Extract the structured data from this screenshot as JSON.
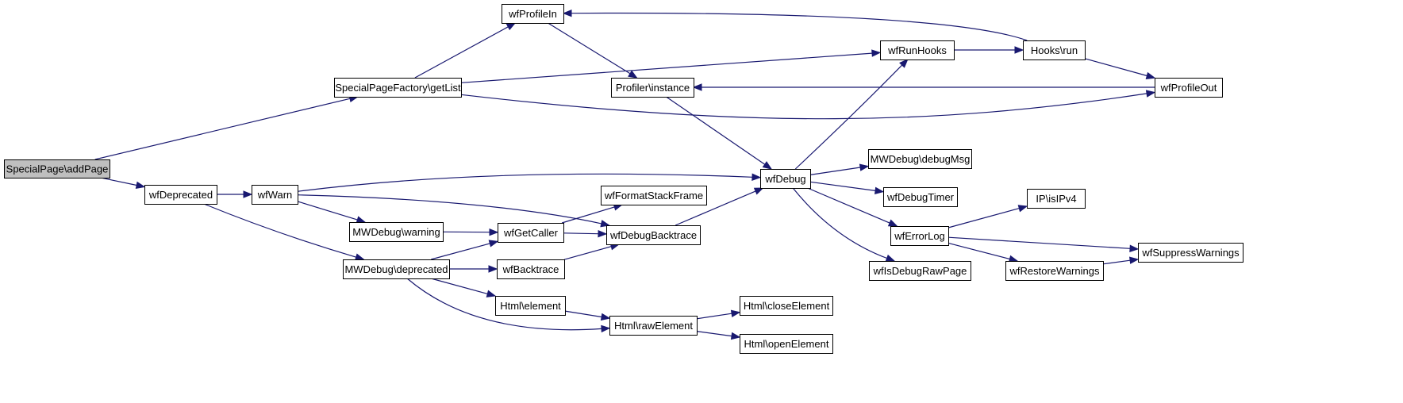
{
  "colors": {
    "node_fill": "#ffffff",
    "root_fill": "#bfbfbf",
    "node_stroke": "#000000",
    "edge": "#191970"
  },
  "root": "SpecialPage\\addPage",
  "nodes": [
    {
      "id": "addPage",
      "label": "SpecialPage\\addPage"
    },
    {
      "id": "getList",
      "label": "SpecialPageFactory\\getList"
    },
    {
      "id": "wfDeprecated",
      "label": "wfDeprecated"
    },
    {
      "id": "wfWarn",
      "label": "wfWarn"
    },
    {
      "id": "mwWarning",
      "label": "MWDebug\\warning"
    },
    {
      "id": "mwDeprecated",
      "label": "MWDebug\\deprecated"
    },
    {
      "id": "wfProfileIn",
      "label": "wfProfileIn"
    },
    {
      "id": "profInstance",
      "label": "Profiler\\instance"
    },
    {
      "id": "wfRunHooks",
      "label": "wfRunHooks"
    },
    {
      "id": "hooksRun",
      "label": "Hooks\\run"
    },
    {
      "id": "wfProfileOut",
      "label": "wfProfileOut"
    },
    {
      "id": "wfDebug",
      "label": "wfDebug"
    },
    {
      "id": "mwDebugMsg",
      "label": "MWDebug\\debugMsg"
    },
    {
      "id": "wfDebugTimer",
      "label": "wfDebugTimer"
    },
    {
      "id": "wfErrorLog",
      "label": "wfErrorLog"
    },
    {
      "id": "wfIsDebugRaw",
      "label": "wfIsDebugRawPage"
    },
    {
      "id": "wfFormatStack",
      "label": "wfFormatStackFrame"
    },
    {
      "id": "wfGetCaller",
      "label": "wfGetCaller"
    },
    {
      "id": "wfDebugBacktrace",
      "label": "wfDebugBacktrace"
    },
    {
      "id": "wfBacktrace",
      "label": "wfBacktrace"
    },
    {
      "id": "htmlElement",
      "label": "Html\\element"
    },
    {
      "id": "htmlRaw",
      "label": "Html\\rawElement"
    },
    {
      "id": "htmlClose",
      "label": "Html\\closeElement"
    },
    {
      "id": "htmlOpen",
      "label": "Html\\openElement"
    },
    {
      "id": "ipIsIPv4",
      "label": "IP\\isIPv4"
    },
    {
      "id": "wfSuppress",
      "label": "wfSuppressWarnings"
    },
    {
      "id": "wfRestore",
      "label": "wfRestoreWarnings"
    }
  ],
  "edges": [
    {
      "from": "addPage",
      "to": "getList"
    },
    {
      "from": "addPage",
      "to": "wfDeprecated"
    },
    {
      "from": "getList",
      "to": "wfProfileIn"
    },
    {
      "from": "getList",
      "to": "wfRunHooks"
    },
    {
      "from": "getList",
      "to": "wfProfileOut"
    },
    {
      "from": "wfProfileIn",
      "to": "profInstance"
    },
    {
      "from": "hooksRun",
      "to": "wfProfileIn"
    },
    {
      "from": "wfRunHooks",
      "to": "hooksRun"
    },
    {
      "from": "hooksRun",
      "to": "wfProfileOut"
    },
    {
      "from": "wfProfileOut",
      "to": "profInstance"
    },
    {
      "from": "profInstance",
      "to": "wfDebug"
    },
    {
      "from": "wfDebug",
      "to": "wfRunHooks"
    },
    {
      "from": "wfDeprecated",
      "to": "wfWarn"
    },
    {
      "from": "wfDeprecated",
      "to": "mwDeprecated"
    },
    {
      "from": "wfWarn",
      "to": "wfDebug"
    },
    {
      "from": "wfWarn",
      "to": "wfDebugBacktrace"
    },
    {
      "from": "wfWarn",
      "to": "mwWarning"
    },
    {
      "from": "mwWarning",
      "to": "wfGetCaller"
    },
    {
      "from": "mwDeprecated",
      "to": "wfGetCaller"
    },
    {
      "from": "mwDeprecated",
      "to": "wfBacktrace"
    },
    {
      "from": "mwDeprecated",
      "to": "htmlElement"
    },
    {
      "from": "mwDeprecated",
      "to": "htmlRaw"
    },
    {
      "from": "wfGetCaller",
      "to": "wfFormatStack"
    },
    {
      "from": "wfGetCaller",
      "to": "wfDebugBacktrace"
    },
    {
      "from": "wfBacktrace",
      "to": "wfDebugBacktrace"
    },
    {
      "from": "wfDebugBacktrace",
      "to": "wfDebug"
    },
    {
      "from": "htmlElement",
      "to": "htmlRaw"
    },
    {
      "from": "htmlRaw",
      "to": "htmlClose"
    },
    {
      "from": "htmlRaw",
      "to": "htmlOpen"
    },
    {
      "from": "wfDebug",
      "to": "mwDebugMsg"
    },
    {
      "from": "wfDebug",
      "to": "wfDebugTimer"
    },
    {
      "from": "wfDebug",
      "to": "wfErrorLog"
    },
    {
      "from": "wfDebug",
      "to": "wfIsDebugRaw"
    },
    {
      "from": "wfErrorLog",
      "to": "ipIsIPv4"
    },
    {
      "from": "wfErrorLog",
      "to": "wfSuppress"
    },
    {
      "from": "wfErrorLog",
      "to": "wfRestore"
    },
    {
      "from": "wfRestore",
      "to": "wfSuppress"
    }
  ]
}
